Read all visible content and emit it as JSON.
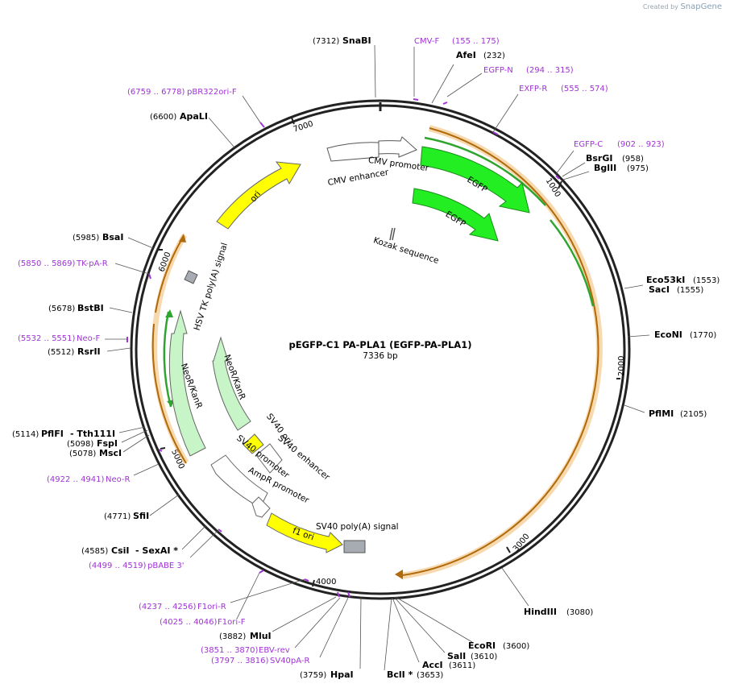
{
  "watermark": {
    "prefix": "Created by",
    "brand": "SnapGene"
  },
  "plasmid": {
    "name": "pEGFP-C1 PA-PLA1 (EGFP-PA-PLA1)",
    "length": 7336,
    "length_label": "7336 bp"
  },
  "ticks": [
    "1000",
    "2000",
    "3000",
    "4000",
    "5000",
    "6000",
    "7000"
  ],
  "enzymes": [
    {
      "name": "SnaBI",
      "pos": "(7312)"
    },
    {
      "name": "AfeI",
      "pos": "(232)"
    },
    {
      "name": "BsrGI",
      "pos": "(958)"
    },
    {
      "name": "BglII",
      "pos": "(975)"
    },
    {
      "name": "Eco53kI",
      "pos": "(1553)"
    },
    {
      "name": "SacI",
      "pos": "(1555)"
    },
    {
      "name": "EcoNI",
      "pos": "(1770)"
    },
    {
      "name": "PflMI",
      "pos": "(2105)"
    },
    {
      "name": "HindIII",
      "pos": "(3080)"
    },
    {
      "name": "EcoRI",
      "pos": "(3600)"
    },
    {
      "name": "SalI",
      "pos": "(3610)"
    },
    {
      "name": "AccI",
      "pos": "(3611)"
    },
    {
      "name": "BclI *",
      "pos": "(3653)"
    },
    {
      "name": "HpaI",
      "pos": "(3759)"
    },
    {
      "name": "MluI",
      "pos": "(3882)"
    },
    {
      "name": "CsiI",
      "pos": "(4585)"
    },
    {
      "name": "- SexAI *",
      "pos": ""
    },
    {
      "name": "SfiI",
      "pos": "(4771)"
    },
    {
      "name": "MscI",
      "pos": "(5078)"
    },
    {
      "name": "FspI",
      "pos": "(5098)"
    },
    {
      "name": "PflFI",
      "pos": "(5114)"
    },
    {
      "name": "- Tth111I",
      "pos": ""
    },
    {
      "name": "RsrII",
      "pos": "(5512)"
    },
    {
      "name": "BstBI",
      "pos": "(5678)"
    },
    {
      "name": "BsaI",
      "pos": "(5985)"
    },
    {
      "name": "ApaLI",
      "pos": "(6600)"
    }
  ],
  "primers": [
    {
      "name": "CMV-F",
      "range": "(155 .. 175)"
    },
    {
      "name": "EGFP-N",
      "range": "(294 .. 315)"
    },
    {
      "name": "EXFP-R",
      "range": "(555 .. 574)"
    },
    {
      "name": "EGFP-C",
      "range": "(902 .. 923)"
    },
    {
      "name": "SV40pA-R",
      "range": "(3797 .. 3816)"
    },
    {
      "name": "EBV-rev",
      "range": "(3851 .. 3870)"
    },
    {
      "name": "F1ori-F",
      "range": "(4025 .. 4046)"
    },
    {
      "name": "F1ori-R",
      "range": "(4237 .. 4256)"
    },
    {
      "name": "pBABE 3'",
      "range": "(4499 .. 4519)"
    },
    {
      "name": "Neo-R",
      "range": "(4922 .. 4941)"
    },
    {
      "name": "Neo-F",
      "range": "(5532 .. 5551)"
    },
    {
      "name": "TK-pA-R",
      "range": "(5850 .. 5869)"
    },
    {
      "name": "pBR322ori-F",
      "range": "(6759 .. 6778)"
    }
  ],
  "features": [
    "CMV enhancer",
    "CMV promoter",
    "EGFP",
    "EGFP",
    "Kozak sequence",
    "ori",
    "HSV TK poly(A) signal",
    "NeoR/KanR",
    "NeoR/KanR",
    "SV40 ori",
    "SV40 enhancer",
    "SV40 promoter",
    "AmpR promoter",
    "f1 ori",
    "SV40 poly(A) signal"
  ],
  "colors": {
    "cds": "#22ee22",
    "yellow": "#ffff00",
    "orange": "#f2a93b",
    "primer": "#a033d6",
    "gray": "#a7acb2",
    "backbone": "#222222"
  }
}
